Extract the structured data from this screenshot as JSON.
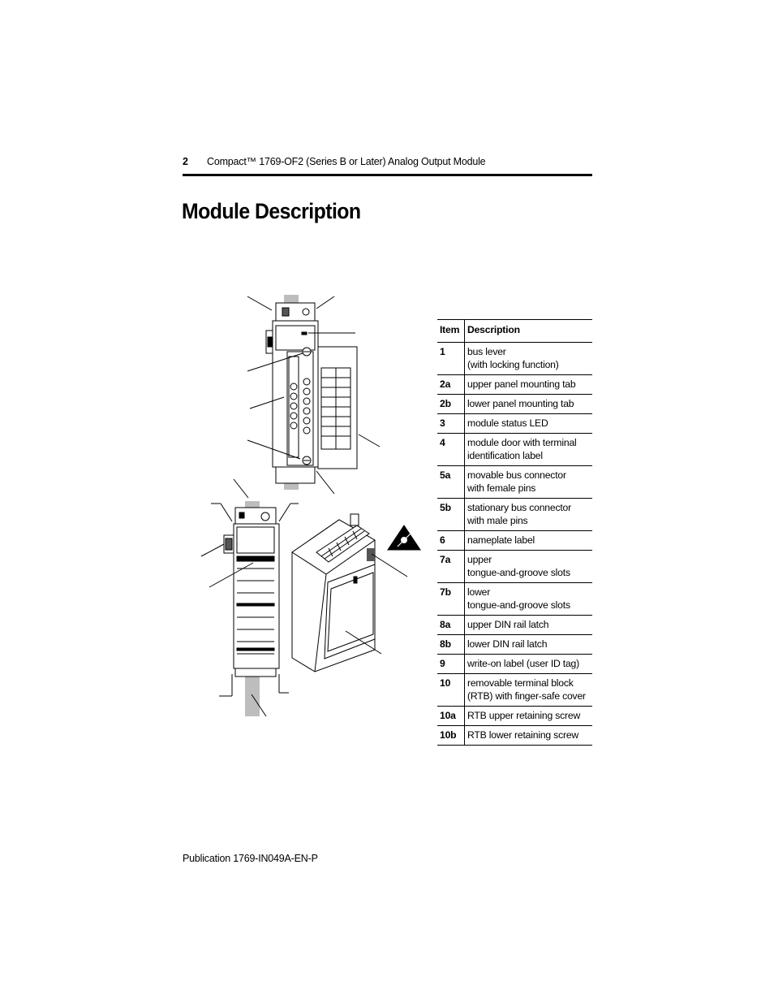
{
  "header": {
    "page_number": "2",
    "running_title": "Compact™ 1769-OF2 (Series B or Later) Analog Output Module"
  },
  "title": "Module Description",
  "table": {
    "columns": [
      "Item",
      "Description"
    ],
    "rows": [
      {
        "item": "1",
        "description": "bus lever\n(with locking function)"
      },
      {
        "item": "2a",
        "description": "upper panel mounting tab"
      },
      {
        "item": "2b",
        "description": "lower panel mounting tab"
      },
      {
        "item": "3",
        "description": "module status LED"
      },
      {
        "item": "4",
        "description": "module door with terminal identification label"
      },
      {
        "item": "5a",
        "description": "movable bus connector\nwith female pins"
      },
      {
        "item": "5b",
        "description": "stationary bus connector\nwith male pins"
      },
      {
        "item": "6",
        "description": "nameplate label"
      },
      {
        "item": "7a",
        "description": "upper\ntongue-and-groove slots"
      },
      {
        "item": "7b",
        "description": "lower\ntongue-and-groove slots"
      },
      {
        "item": "8a",
        "description": "upper DIN rail latch"
      },
      {
        "item": "8b",
        "description": "lower DIN rail latch"
      },
      {
        "item": "9",
        "description": "write-on label (user ID tag)"
      },
      {
        "item": "10",
        "description": "removable terminal block (RTB) with finger-safe cover"
      },
      {
        "item": "10a",
        "description": "RTB upper retaining screw"
      },
      {
        "item": "10b",
        "description": "RTB lower retaining screw"
      }
    ]
  },
  "footer": {
    "publication": "Publication 1769-IN049A-EN-P"
  }
}
